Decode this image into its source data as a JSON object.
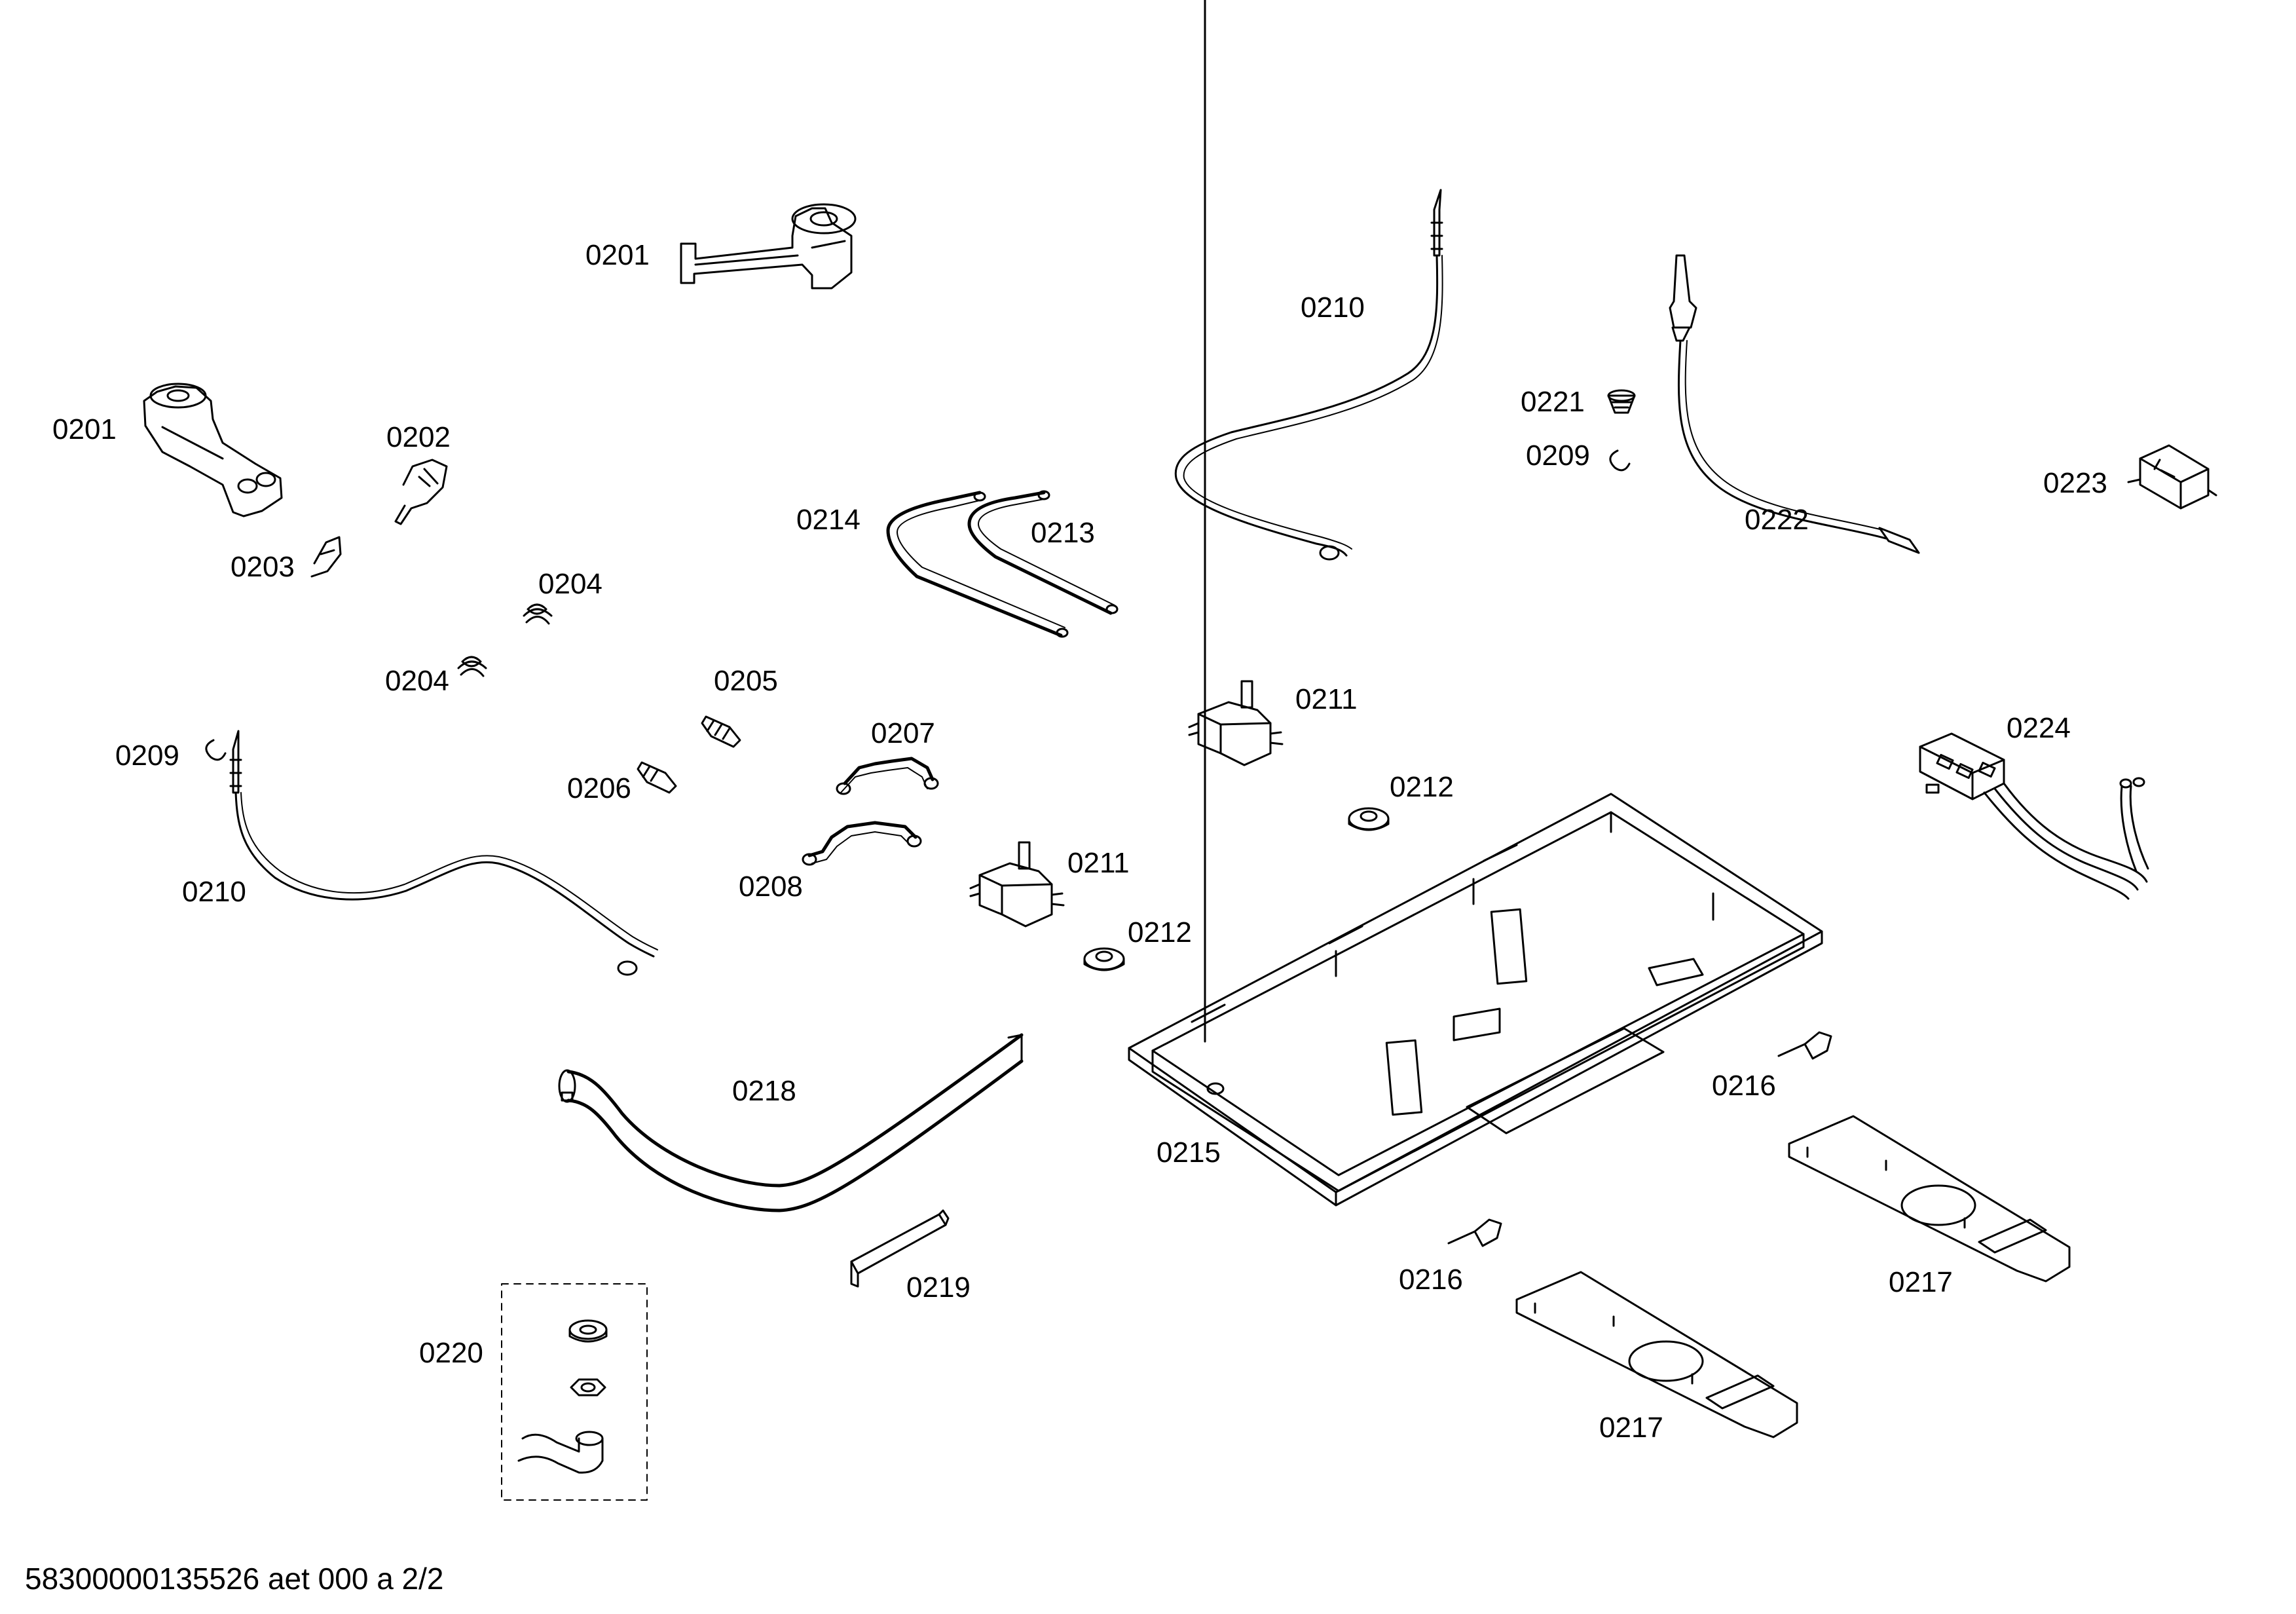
{
  "labels": {
    "l0201a": "0201",
    "l0201b": "0201",
    "l0202": "0202",
    "l0203": "0203",
    "l0204a": "0204",
    "l0204b": "0204",
    "l0205": "0205",
    "l0206": "0206",
    "l0207": "0207",
    "l0208": "0208",
    "l0209a": "0209",
    "l0209b": "0209",
    "l0210a": "0210",
    "l0210b": "0210",
    "l0211a": "0211",
    "l0211b": "0211",
    "l0212a": "0212",
    "l0212b": "0212",
    "l0213": "0213",
    "l0214": "0214",
    "l0215": "0215",
    "l0216a": "0216",
    "l0216b": "0216",
    "l0217a": "0217",
    "l0217b": "0217",
    "l0218": "0218",
    "l0219": "0219",
    "l0220": "0220",
    "l0221": "0221",
    "l0222": "0222",
    "l0223": "0223",
    "l0224": "0224"
  },
  "footer": {
    "code": "58300000135526 aet 000 a 2/2"
  }
}
